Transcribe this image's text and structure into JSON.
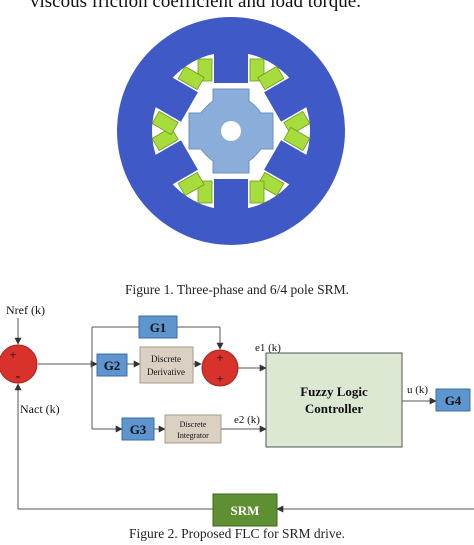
{
  "page": {
    "top_text": "viscous friction coefficient and load torque."
  },
  "figure1": {
    "caption": "Figure 1. Three-phase and 6/4 pole SRM.",
    "colors": {
      "stator": "#3f59c6",
      "rotor": "#8aaed9",
      "winding": "#a6dc3c",
      "gap": "#ffffff"
    }
  },
  "figure2": {
    "caption": "Figure 2. Proposed FLC for SRM drive.",
    "labels": {
      "nref": "Nref (k)",
      "nact": "Nact (k)",
      "plus": "+",
      "minus": "-",
      "g1": "G1",
      "g2": "G2",
      "g3": "G3",
      "g4": "G4",
      "derivative_line1": "Discrete",
      "derivative_line2": "Derivative",
      "integrator_line1": "Discrete",
      "integrator_line2": "Integrator",
      "e1": "e1 (k)",
      "e2": "e2 (k)",
      "u": "u (k)",
      "flc_line1": "Fuzzy Logic",
      "flc_line2": "Controller",
      "srm": "SRM"
    },
    "colors": {
      "gain_block": "#5e95cf",
      "summer": "#d9322c",
      "flc": "#dde8d2",
      "srm": "#5f8f33",
      "discrete_block": "#dad1c2"
    }
  }
}
